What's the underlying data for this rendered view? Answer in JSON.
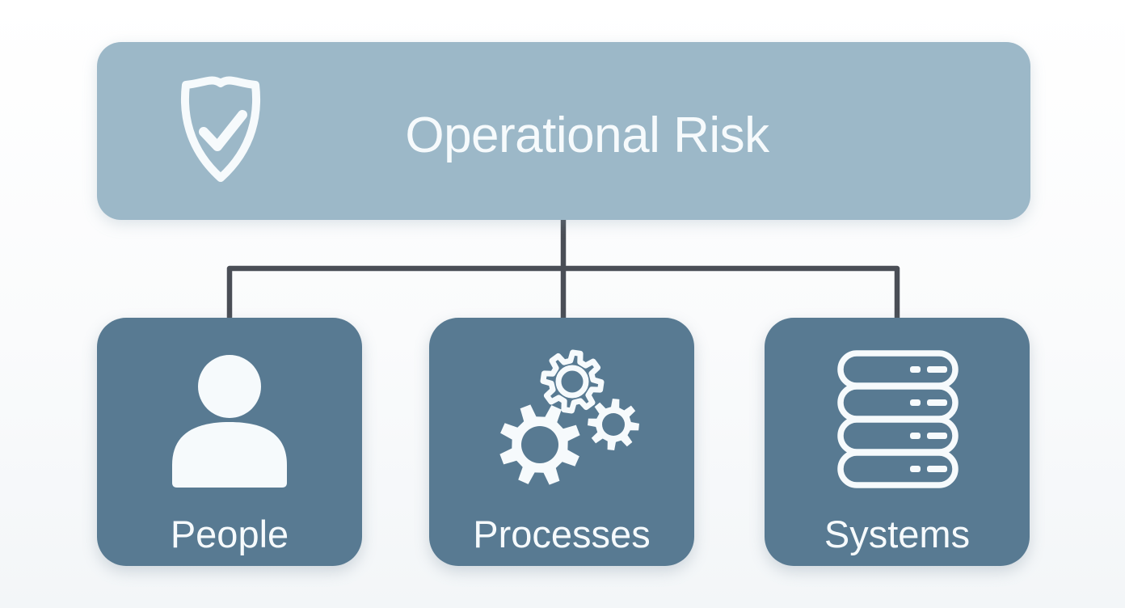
{
  "diagram": {
    "type": "hierarchy",
    "root": {
      "label": "Operational Risk",
      "icon": "shield-check-icon"
    },
    "children": [
      {
        "label": "People",
        "icon": "person-icon"
      },
      {
        "label": "Processes",
        "icon": "gears-icon"
      },
      {
        "label": "Systems",
        "icon": "server-stack-icon"
      }
    ],
    "colors": {
      "background": "#fafbfc",
      "root_box": "#9cb8c8",
      "child_box": "#587a92",
      "connector": "#4a4e56",
      "text": "#f6fafc"
    }
  }
}
